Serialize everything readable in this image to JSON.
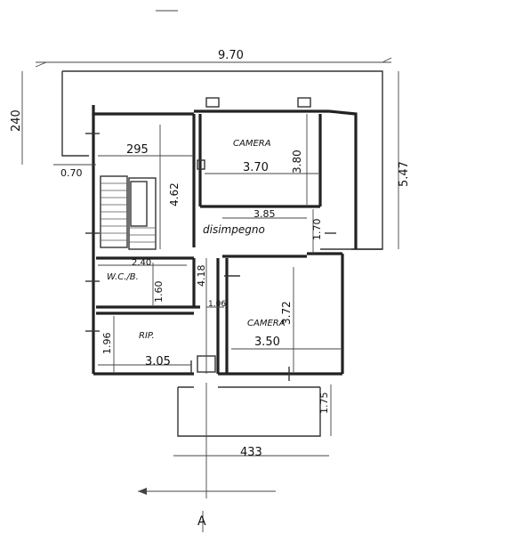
{
  "dimensions": {
    "total_width": "9.70",
    "left_height": "240",
    "right_height": "5.47",
    "left_offset": "0.70",
    "stair_room_width": "295",
    "stair_room_height": "4.62",
    "camera_top_width": "3.70",
    "camera_top_height": "3.80",
    "disimpegno_width": "3.85",
    "disimpegno_height": "1.70",
    "wc_width": "2.40",
    "wc_height": "1.60",
    "corridor_height": "4.18",
    "corridor_width": "1.06",
    "camera_bottom_width": "3.50",
    "camera_bottom_height": "3.72",
    "rip_width": "3.05",
    "rip_height": "1.96",
    "terrace_height": "1.75",
    "bottom_width": "433"
  },
  "rooms": {
    "camera_top": "CAMERA",
    "disimpegno": "disimpegno",
    "wc": "W.C./B.",
    "camera_bottom": "CAMERA",
    "rip": "RIP."
  },
  "compass": {
    "letter": "A"
  }
}
